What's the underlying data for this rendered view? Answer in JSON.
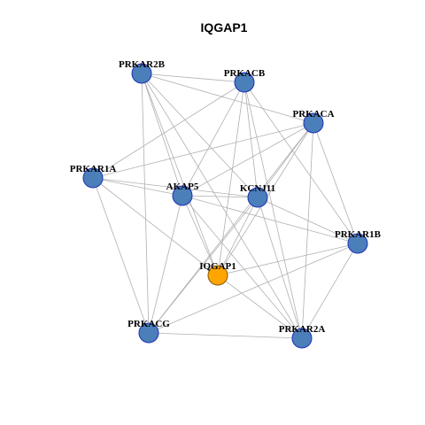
{
  "title": "IQGAP1",
  "colors": {
    "node_fill": "#4a7fba",
    "node_stroke": "#1f2fb8",
    "focus_fill": "#ffa500",
    "focus_stroke": "#8a5a00",
    "edge": "#b0b0b0"
  },
  "nodes": [
    {
      "id": "PRKAR2B",
      "label": "PRKAR2B",
      "focus": false
    },
    {
      "id": "PRKACB",
      "label": "PRKACB",
      "focus": false
    },
    {
      "id": "PRKACA",
      "label": "PRKACA",
      "focus": false
    },
    {
      "id": "PRKAR1A",
      "label": "PRKAR1A",
      "focus": false
    },
    {
      "id": "AKAP5",
      "label": "AKAP5",
      "focus": false
    },
    {
      "id": "KCNJ11",
      "label": "KCNJ11",
      "focus": false
    },
    {
      "id": "PRKAR1B",
      "label": "PRKAR1B",
      "focus": false
    },
    {
      "id": "IQGAP1",
      "label": "IQGAP1",
      "focus": true
    },
    {
      "id": "PRKACG",
      "label": "PRKACG",
      "focus": false
    },
    {
      "id": "PRKAR2A",
      "label": "PRKAR2A",
      "focus": false
    }
  ],
  "edges": [
    [
      "PRKAR2B",
      "PRKACB"
    ],
    [
      "PRKAR2B",
      "PRKACA"
    ],
    [
      "PRKAR2B",
      "AKAP5"
    ],
    [
      "PRKAR2B",
      "KCNJ11"
    ],
    [
      "PRKAR2B",
      "IQGAP1"
    ],
    [
      "PRKAR2B",
      "PRKACG"
    ],
    [
      "PRKAR2B",
      "PRKAR2A"
    ],
    [
      "PRKACB",
      "PRKAR1A"
    ],
    [
      "PRKACB",
      "AKAP5"
    ],
    [
      "PRKACB",
      "KCNJ11"
    ],
    [
      "PRKACB",
      "PRKAR1B"
    ],
    [
      "PRKACB",
      "IQGAP1"
    ],
    [
      "PRKACB",
      "PRKAR2A"
    ],
    [
      "PRKACA",
      "PRKAR1A"
    ],
    [
      "PRKACA",
      "AKAP5"
    ],
    [
      "PRKACA",
      "KCNJ11"
    ],
    [
      "PRKACA",
      "PRKAR1B"
    ],
    [
      "PRKACA",
      "IQGAP1"
    ],
    [
      "PRKACA",
      "PRKACG"
    ],
    [
      "PRKACA",
      "PRKAR2A"
    ],
    [
      "PRKAR1A",
      "AKAP5"
    ],
    [
      "PRKAR1A",
      "KCNJ11"
    ],
    [
      "PRKAR1A",
      "IQGAP1"
    ],
    [
      "PRKAR1A",
      "PRKACG"
    ],
    [
      "AKAP5",
      "KCNJ11"
    ],
    [
      "AKAP5",
      "PRKAR1B"
    ],
    [
      "AKAP5",
      "IQGAP1"
    ],
    [
      "AKAP5",
      "PRKACG"
    ],
    [
      "AKAP5",
      "PRKAR2A"
    ],
    [
      "KCNJ11",
      "PRKAR1B"
    ],
    [
      "KCNJ11",
      "IQGAP1"
    ],
    [
      "KCNJ11",
      "PRKACG"
    ],
    [
      "KCNJ11",
      "PRKAR2A"
    ],
    [
      "PRKAR1B",
      "IQGAP1"
    ],
    [
      "PRKAR1B",
      "PRKACG"
    ],
    [
      "PRKAR1B",
      "PRKAR2A"
    ],
    [
      "IQGAP1",
      "PRKAR2A"
    ],
    [
      "PRKACG",
      "PRKAR2A"
    ]
  ]
}
